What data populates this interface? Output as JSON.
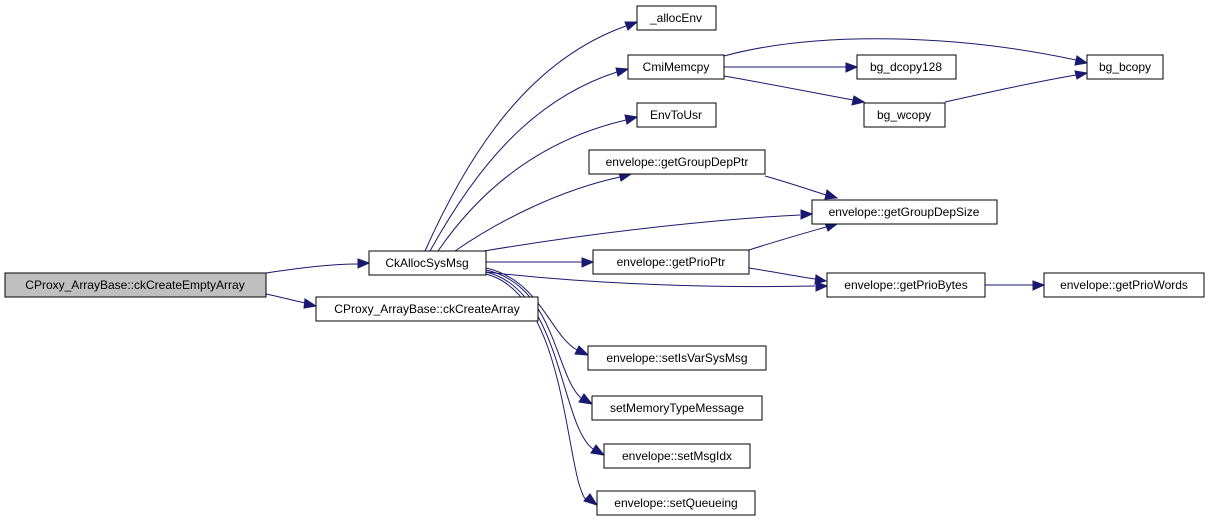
{
  "nodes": {
    "root": "CProxy_ArrayBase::ckCreateEmptyArray",
    "ckAllocSysMsg": "CkAllocSysMsg",
    "ckCreateArray": "CProxy_ArrayBase::ckCreateArray",
    "allocEnv": "_allocEnv",
    "cmiMemcpy": "CmiMemcpy",
    "envToUsr": "EnvToUsr",
    "getGroupDepPtr": "envelope::getGroupDepPtr",
    "getGroupDepSize": "envelope::getGroupDepSize",
    "getPrioPtr": "envelope::getPrioPtr",
    "getPrioBytes": "envelope::getPrioBytes",
    "getPrioWords": "envelope::getPrioWords",
    "bgDcopy128": "bg_dcopy128",
    "bgBcopy": "bg_bcopy",
    "bgWcopy": "bg_wcopy",
    "setIsVarSysMsg": "envelope::setIsVarSysMsg",
    "setMemoryTypeMessage": "setMemoryTypeMessage",
    "setMsgIdx": "envelope::setMsgIdx",
    "setQueueing": "envelope::setQueueing"
  },
  "colors": {
    "edge": "#191970",
    "root_fill": "#bfbfbf",
    "node_fill": "#ffffff"
  }
}
